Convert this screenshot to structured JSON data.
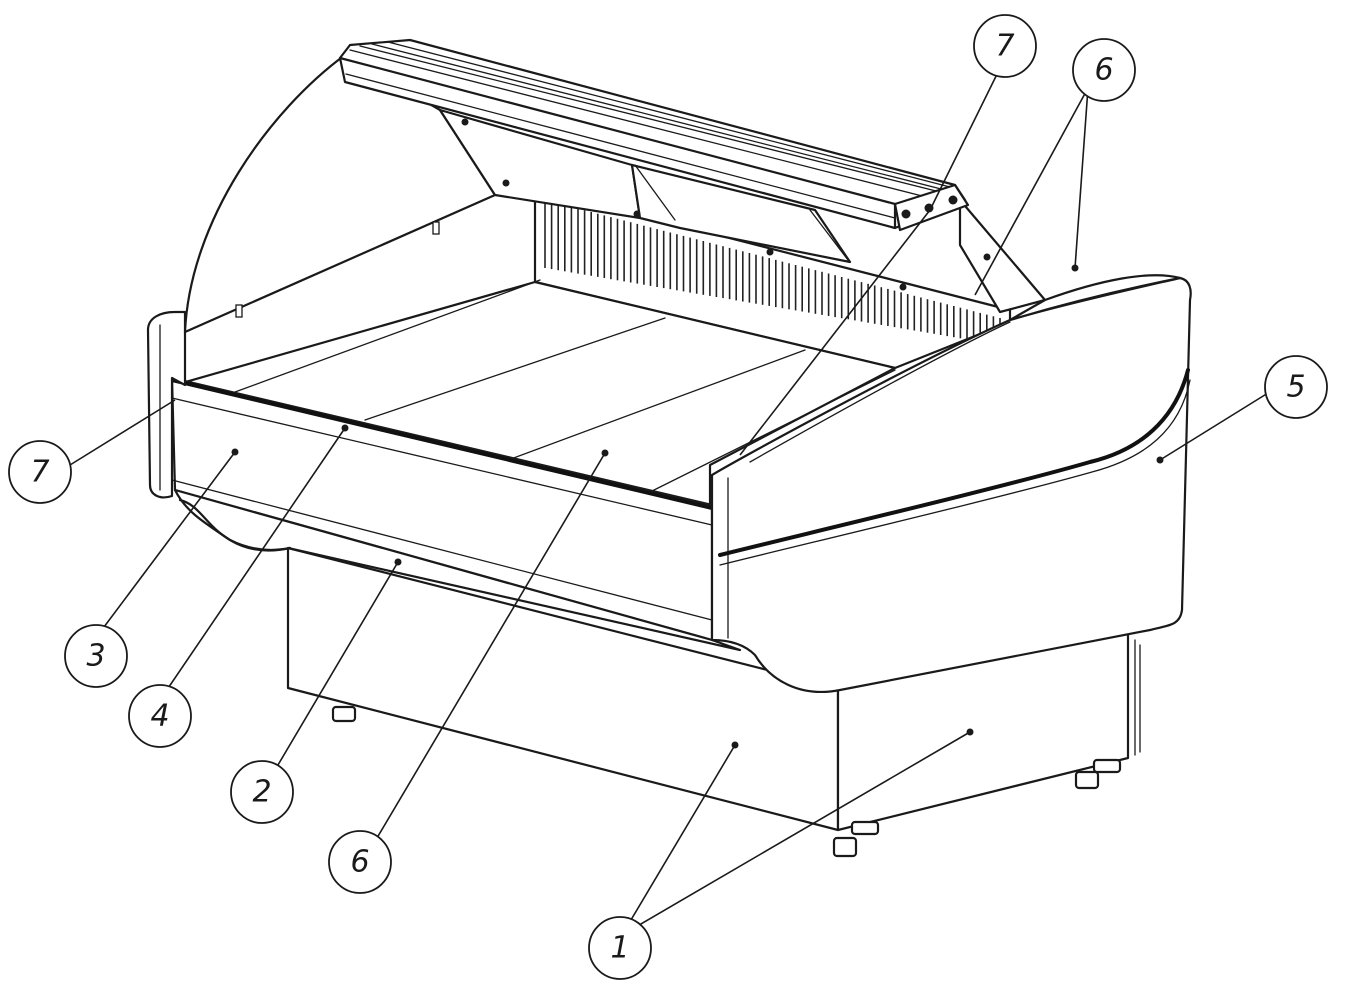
{
  "callouts": [
    {
      "id": "c7-left",
      "label": "7"
    },
    {
      "id": "c3",
      "label": "3"
    },
    {
      "id": "c4",
      "label": "4"
    },
    {
      "id": "c2",
      "label": "2"
    },
    {
      "id": "c6-bottom",
      "label": "6"
    },
    {
      "id": "c1",
      "label": "1"
    },
    {
      "id": "c5",
      "label": "5"
    },
    {
      "id": "c6-top",
      "label": "6"
    },
    {
      "id": "c7-top",
      "label": "7"
    }
  ],
  "colors": {
    "line": "#1a1a1a",
    "background": "#ffffff"
  }
}
